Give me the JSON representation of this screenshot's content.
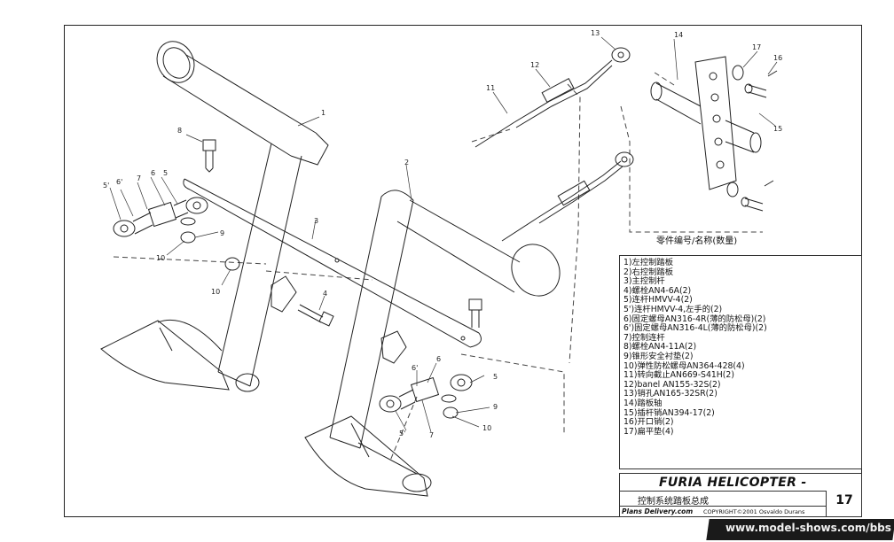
{
  "callouts": {
    "c1": "1",
    "c2": "2",
    "c3": "3",
    "c4": "4",
    "c5a": "5",
    "c5b": "5",
    "c5pa": "5'",
    "c5pb": "5'",
    "c6a": "6",
    "c6b": "6",
    "c6pa": "6'",
    "c6pb": "6'",
    "c7a": "7",
    "c7b": "7",
    "c8": "8",
    "c9a": "9",
    "c9b": "9",
    "c10a": "10",
    "c10b": "10",
    "c10c": "10",
    "c11": "11",
    "c12": "12",
    "c13": "13",
    "c14": "14",
    "c15": "15",
    "c16": "16",
    "c17": "17"
  },
  "legend_caption": "零件编号/名称(数量)",
  "parts_list": [
    "1)左控制踏板",
    "2)右控制踏板",
    "3)主控制杆",
    "4)螺栓AN4-6A(2)",
    "5)连杆HMVV-4(2)",
    "5')连杆HMVV-4,左手的(2)",
    "6)固定螺母AN316-4R(薄的防松母)(2)",
    "6')固定螺母AN316-4L(薄的防松母)(2)",
    "7)控制连杆",
    "8)螺栓AN4-11A(2)",
    "9)锥形安全衬垫(2)",
    "10)弹性防松螺母AN364-428(4)",
    "11)转向截止AN669-S41H(2)",
    "12)banel AN155-32S(2)",
    "13)销孔AN165-32SR(2)",
    "14)踏板轴",
    "15)插杆销AN394-17(2)",
    "16)开口销(2)",
    "17)扁平垫(4)"
  ],
  "title_block": {
    "title": "FURIA HELICOPTER -",
    "subtitle": "控制系统踏板总成",
    "site": "Plans Delivery.com",
    "copyright": "COPYRIGHT©2001 Osvaldo Durans",
    "page_number": "17"
  },
  "watermark": "www.model-shows.com/bbs"
}
